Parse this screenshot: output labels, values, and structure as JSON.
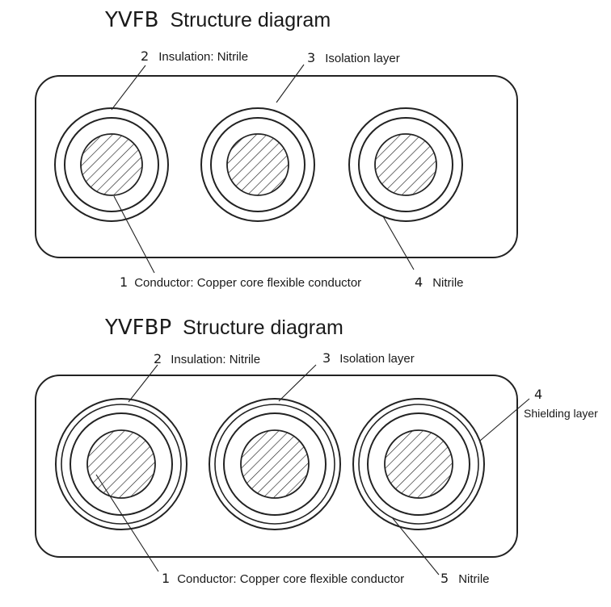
{
  "diagram1": {
    "title_model": "YVFB",
    "title_rest": "Structure diagram",
    "callouts": {
      "c1": {
        "num": "1",
        "text": "Conductor: Copper core flexible conductor"
      },
      "c2": {
        "num": "2",
        "text": "Insulation: Nitrile"
      },
      "c3": {
        "num": "3",
        "text": "Isolation layer"
      },
      "c4": {
        "num": "4",
        "text": "Nitrile"
      }
    }
  },
  "diagram2": {
    "title_model": "YVFBP",
    "title_rest": "Structure diagram",
    "callouts": {
      "c1": {
        "num": "1",
        "text": "Conductor: Copper core flexible conductor"
      },
      "c2": {
        "num": "2",
        "text": "Insulation: Nitrile"
      },
      "c3": {
        "num": "3",
        "text": "Isolation layer"
      },
      "c4": {
        "num": "4",
        "text": "Shielding layer"
      },
      "c5": {
        "num": "5",
        "text": "Nitrile"
      }
    }
  },
  "colors": {
    "line": "#222222",
    "background": "#ffffff"
  }
}
